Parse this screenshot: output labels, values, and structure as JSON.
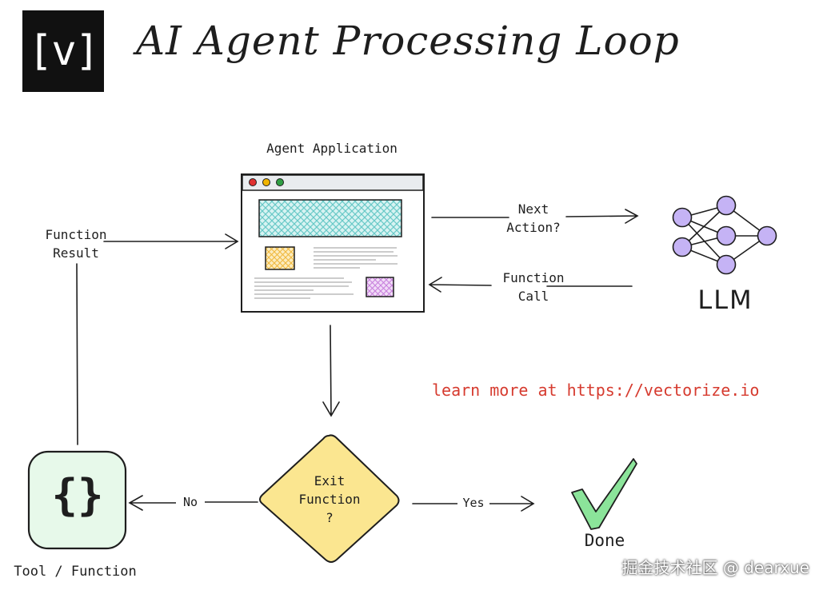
{
  "header": {
    "logo_text": "[v]",
    "title": "AI Agent Processing Loop"
  },
  "nodes": {
    "agent_app": {
      "label": "Agent Application"
    },
    "llm": {
      "label": "LLM"
    },
    "exit": {
      "line1": "Exit",
      "line2": "Function",
      "line3": "?"
    },
    "tool": {
      "label": "Tool / Function",
      "icon_text": "{}"
    },
    "done": {
      "label": "Done"
    }
  },
  "edges": {
    "next_action": {
      "line1": "Next",
      "line2": "Action?"
    },
    "function_call": {
      "line1": "Function",
      "line2": "Call"
    },
    "function_result": {
      "line1": "Function",
      "line2": "Result"
    },
    "no": "No",
    "yes": "Yes"
  },
  "footer": {
    "learn_more": "learn more at https://vectorize.io",
    "watermark": "掘金技术社区 @ dearxue"
  },
  "colors": {
    "stroke": "#1e1e1e",
    "window_bar": "#e9ecef",
    "dot_red": "#e03131",
    "dot_yellow": "#f0b400",
    "dot_green": "#2f9e44",
    "hatch_teal": "#69c9c8",
    "hatch_yellow": "#f5c542",
    "hatch_purple": "#c77ddc",
    "llm_node": "#c5b3f5",
    "diamond": "#fbe690",
    "tool_bg": "#e7f9ea",
    "check": "#8be49a",
    "accent_red": "#d63b2f"
  }
}
